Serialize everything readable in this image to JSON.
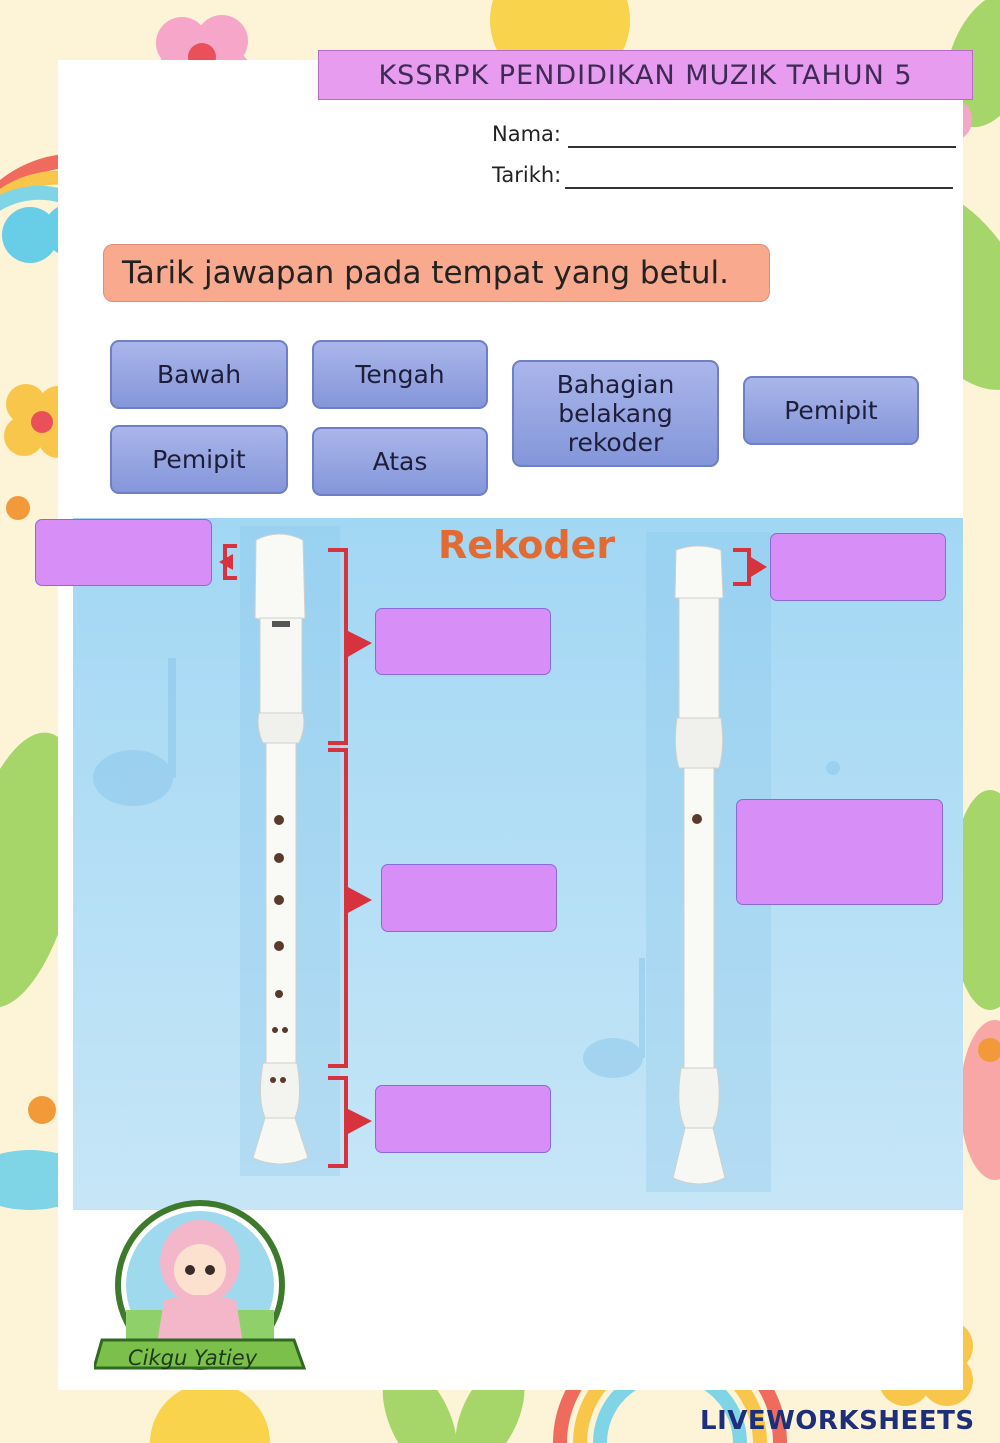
{
  "header": {
    "title": "KSSRPK PENDIDIKAN MUZIK TAHUN 5",
    "name_label": "Nama:",
    "date_label": "Tarikh:"
  },
  "instruction": "Tarik jawapan pada tempat yang betul.",
  "answer_chips": [
    "Bawah",
    "Pemipit",
    "Tengah",
    "Atas",
    "Bahagian belakang rekoder",
    "Pemipit"
  ],
  "diagram": {
    "title": "Rekoder",
    "drop_zone_count": 6
  },
  "credit": "Cikgu Yatiey",
  "branding": "LIVEWORKSHEETS",
  "colors": {
    "title_bar": "#e79cf0",
    "instruction_bg": "#f8a98e",
    "chip_bg": "#8f9fdf",
    "drop_zone": "#d78ff7",
    "bracket": "#d6333e",
    "panel_bg": "#aedcf5"
  }
}
